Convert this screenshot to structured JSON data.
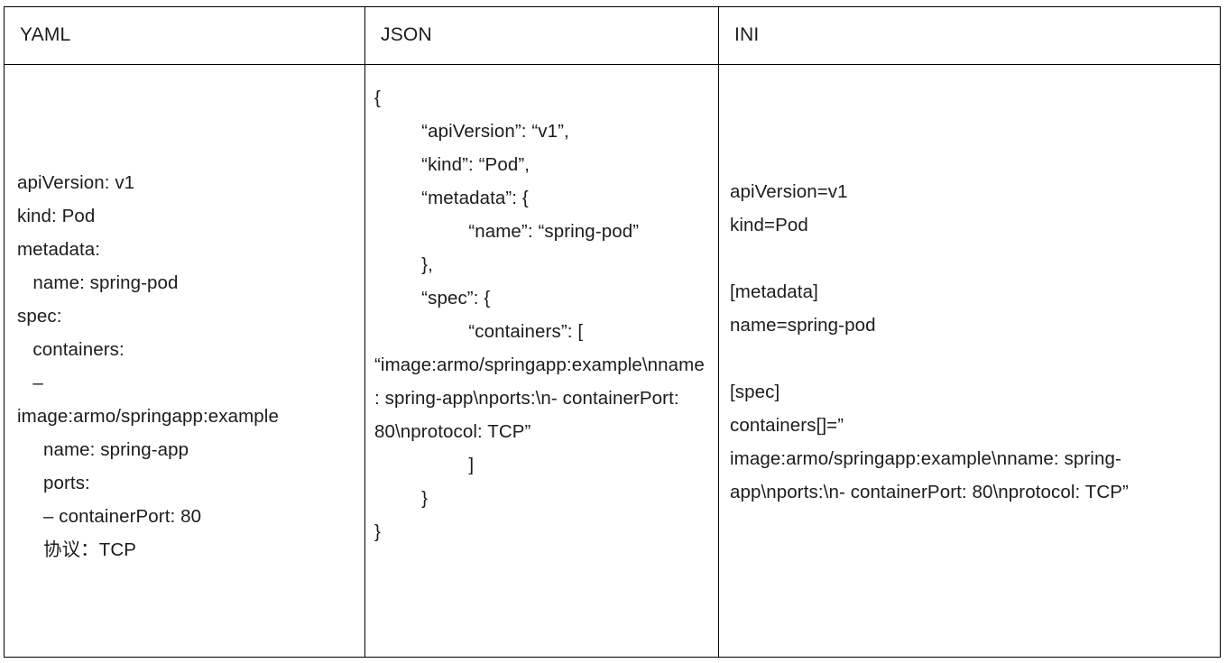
{
  "table": {
    "columns": [
      {
        "key": "yaml",
        "header": "YAML"
      },
      {
        "key": "json",
        "header": "JSON"
      },
      {
        "key": "ini",
        "header": "INI"
      }
    ],
    "cells": {
      "yaml": "apiVersion: v1\nkind: Pod\nmetadata:\n   name: spring-pod\nspec:\n   containers:\n   –\nimage:armo/springapp:example\n     name: spring-app\n     ports:\n     – containerPort: 80\n     协议：TCP",
      "json": "{\n         “apiVersion”: “v1”,\n         “kind”: “Pod”,\n         “metadata”: {\n                  “name”: “spring-pod”\n         },\n         “spec”: {\n                  “containers”: [\n“image:armo/springapp:example\\nname: spring-app\\nports:\\n- containerPort: 80\\nprotocol: TCP”\n                  ]\n         }\n}",
      "ini": "apiVersion=v1\nkind=Pod\n\n[metadata]\nname=spring-pod\n\n[spec]\ncontainers[]=”\nimage:armo/springapp:example\\nname: spring-app\\nports:\\n- containerPort: 80\\nprotocol: TCP”"
    }
  },
  "colors": {
    "border": "#000000",
    "text": "#1c1c1c",
    "background": "#ffffff"
  }
}
